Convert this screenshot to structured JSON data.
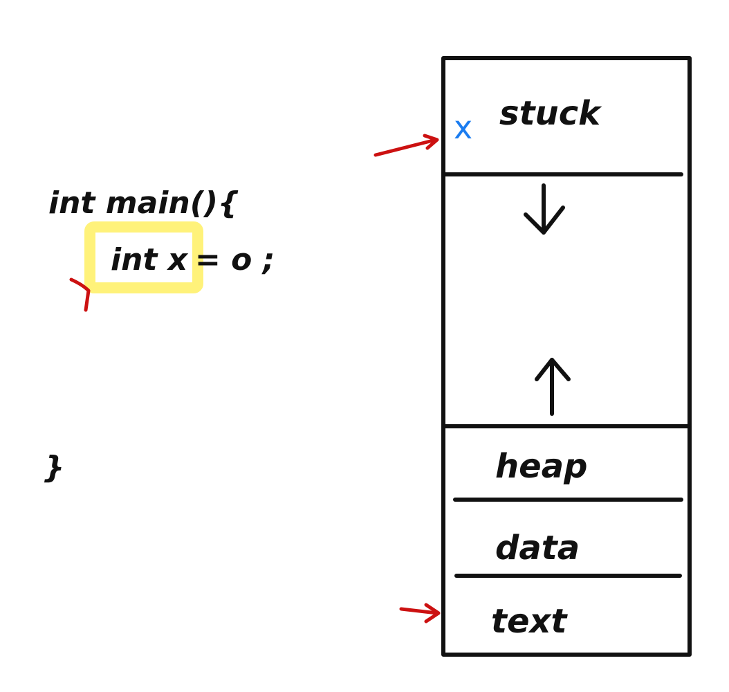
{
  "code": {
    "line1": "int main(){",
    "line2_highlighted": "int x",
    "line2_rest": "= o ;",
    "closing_brace": "}"
  },
  "memory": {
    "segments": [
      {
        "key": "stack",
        "label": "stuck"
      },
      {
        "key": "heap",
        "label": "heap"
      },
      {
        "key": "data",
        "label": "data"
      },
      {
        "key": "text",
        "label": "text"
      }
    ],
    "variable_marker": "x"
  },
  "colors": {
    "ink": "#111111",
    "highlight": "#fff27a",
    "variable": "#1a7cf0",
    "pointer_arrows": "#cc1111"
  }
}
